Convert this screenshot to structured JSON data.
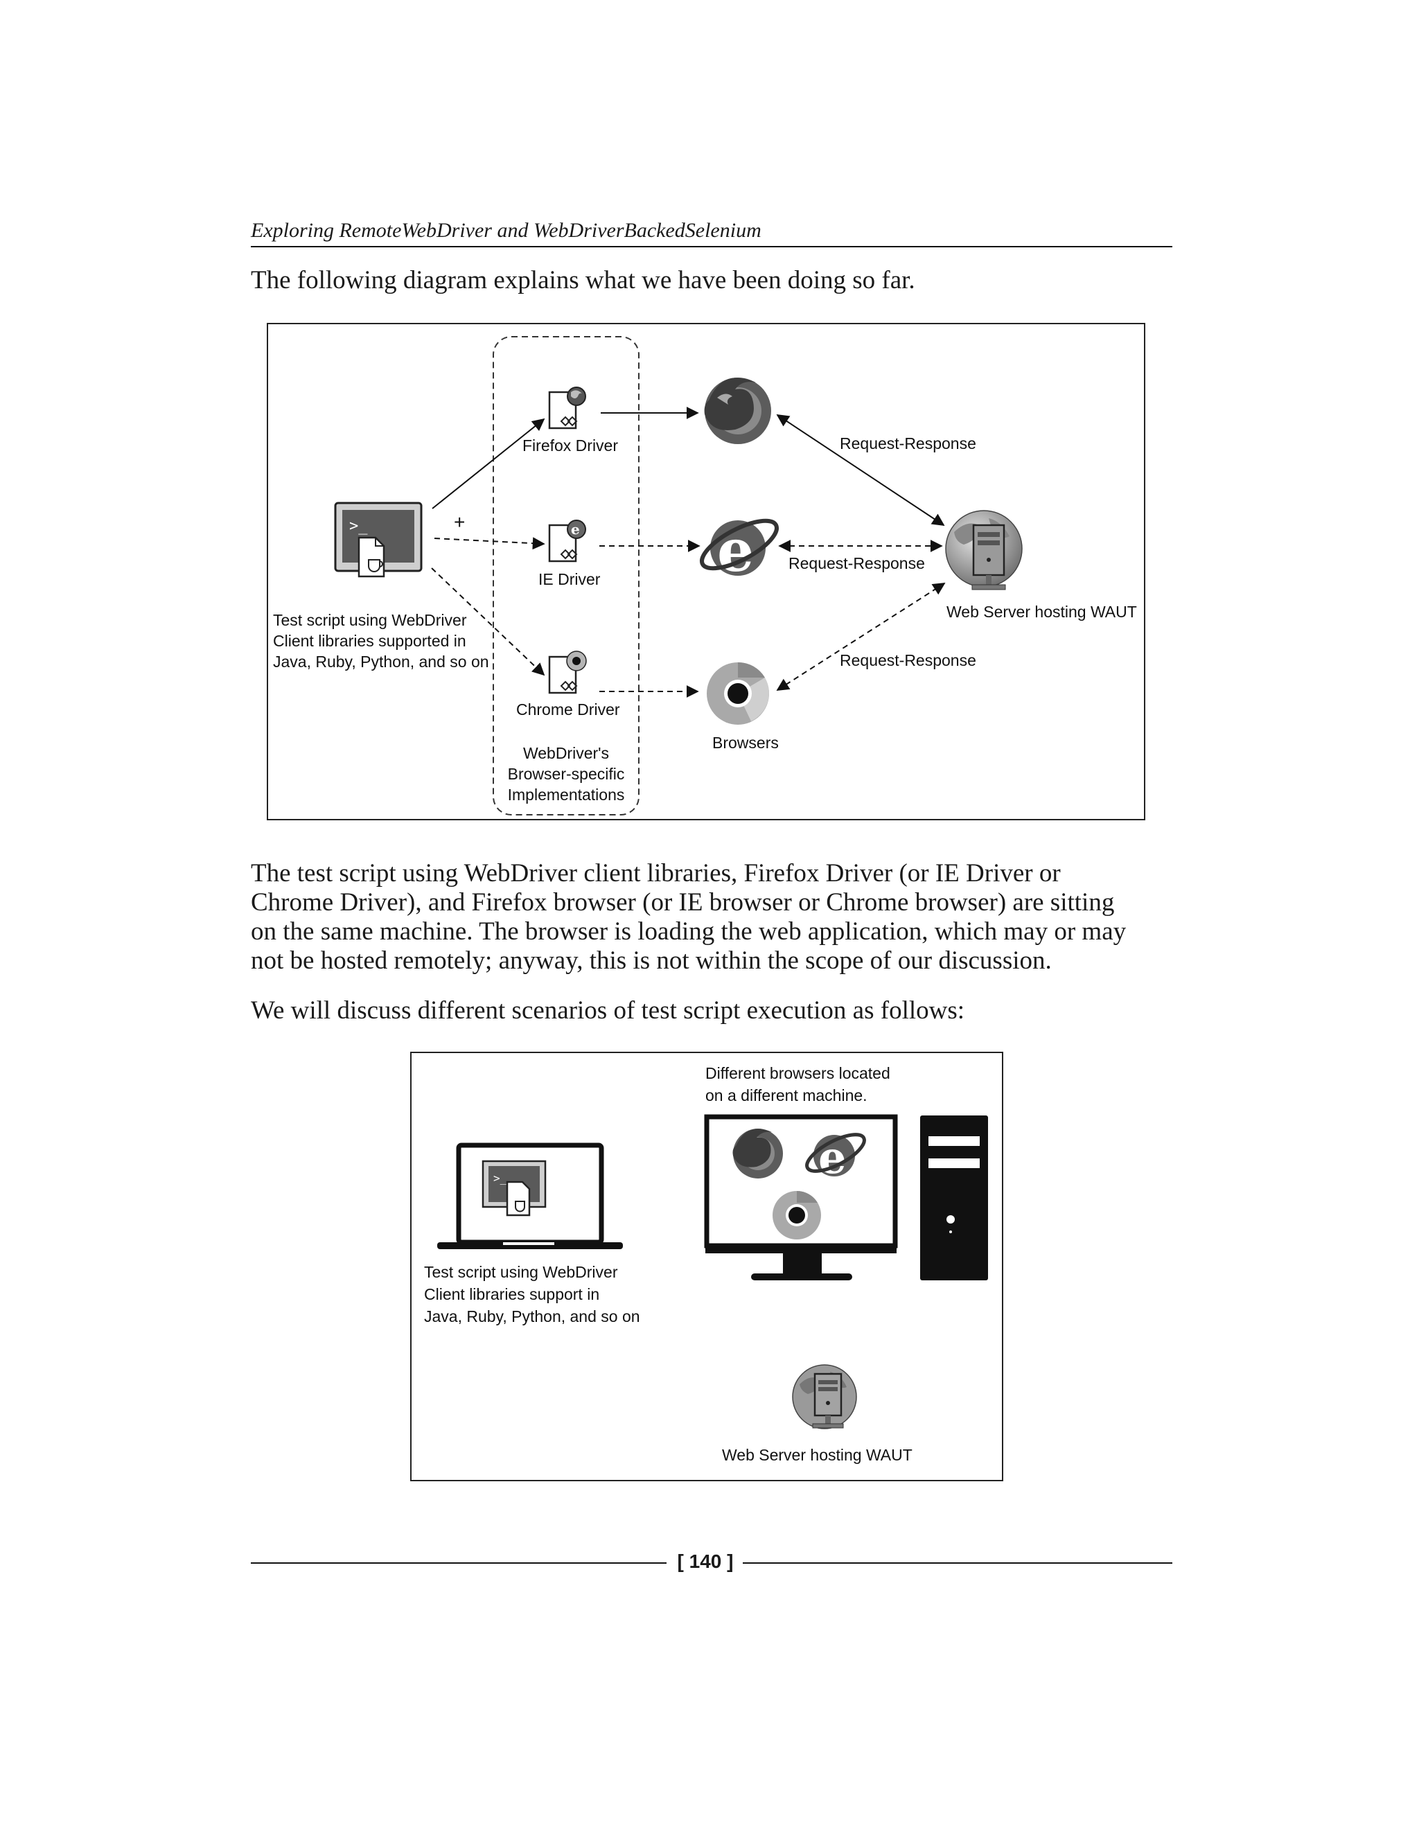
{
  "header": {
    "title": "Exploring RemoteWebDriver and WebDriverBackedSelenium"
  },
  "intro": {
    "text": "The following diagram explains what we have been doing so far."
  },
  "figure1": {
    "firefox_driver_label": "Firefox Driver",
    "ie_driver_label": "IE Driver",
    "chrome_driver_label": "Chrome Driver",
    "plus_label": "+",
    "script_label_lines": [
      "Test script using WebDriver",
      "Client libraries supported in",
      "Java, Ruby, Python, and so on"
    ],
    "implementations_label_lines": [
      "WebDriver's",
      "Browser-specific",
      "Implementations"
    ],
    "browsers_label": "Browsers",
    "request_response_top": "Request-Response",
    "request_response_middle": "Request-Response",
    "request_response_bottom": "Request-Response",
    "server_label": "Web Server hosting WAUT"
  },
  "body_paragraph": {
    "lines": [
      "The test script using WebDriver client libraries, Firefox Driver (or IE Driver or",
      "Chrome Driver), and Firefox browser (or IE browser or Chrome browser) are sitting",
      "on the same machine. The browser is loading the web application, which may or may",
      "not be hosted remotely; anyway, this is not within the scope of our discussion."
    ]
  },
  "scenarios_intro": {
    "text": "We will discuss different scenarios of test script execution as follows:"
  },
  "figure2": {
    "browsers_label_lines": [
      "Different browsers located",
      "on a different machine."
    ],
    "script_label_lines": [
      "Test script using WebDriver",
      "Client libraries support in",
      "Java, Ruby, Python, and so on"
    ],
    "server_label": "Web Server hosting WAUT"
  },
  "footer": {
    "page_number": "[ 140 ]"
  }
}
